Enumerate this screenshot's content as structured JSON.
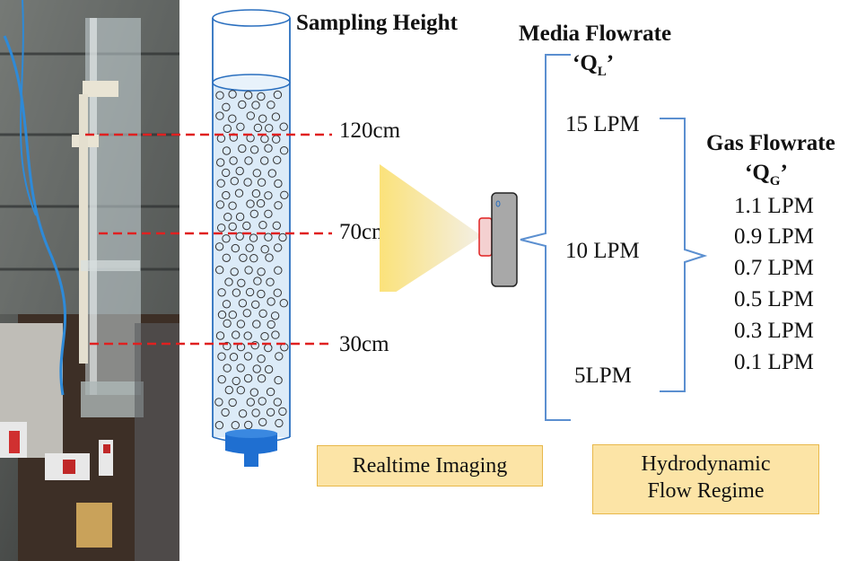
{
  "photo": {
    "description_icon": "bubble-column-photo"
  },
  "column": {
    "title": "Sampling Height",
    "heights": [
      "120cm",
      "70cm",
      "30cm"
    ]
  },
  "media_flowrate": {
    "title": "Media Flowrate",
    "symbol": "‘Q",
    "subscript": "L",
    "symbol_end": "’",
    "values": [
      "15 LPM",
      "10 LPM",
      "5LPM"
    ]
  },
  "gas_flowrate": {
    "title": "Gas Flowrate",
    "symbol": "‘Q",
    "subscript": "G",
    "symbol_end": "’",
    "values": [
      "1.1 LPM",
      "0.9 LPM",
      "0.7 LPM",
      "0.5 LPM",
      "0.3 LPM",
      "0.1 LPM"
    ]
  },
  "boxes": {
    "imaging": "Realtime Imaging",
    "regime_line1": "Hydrodynamic",
    "regime_line2": "Flow Regime"
  },
  "colors": {
    "dash_line": "#e02020",
    "bracket": "#5b8fd0",
    "box_fill": "#fce4a6",
    "column_water": "#dcebf8",
    "cap_blue": "#1f6fd1",
    "camera_body": "#a8a8a8"
  }
}
